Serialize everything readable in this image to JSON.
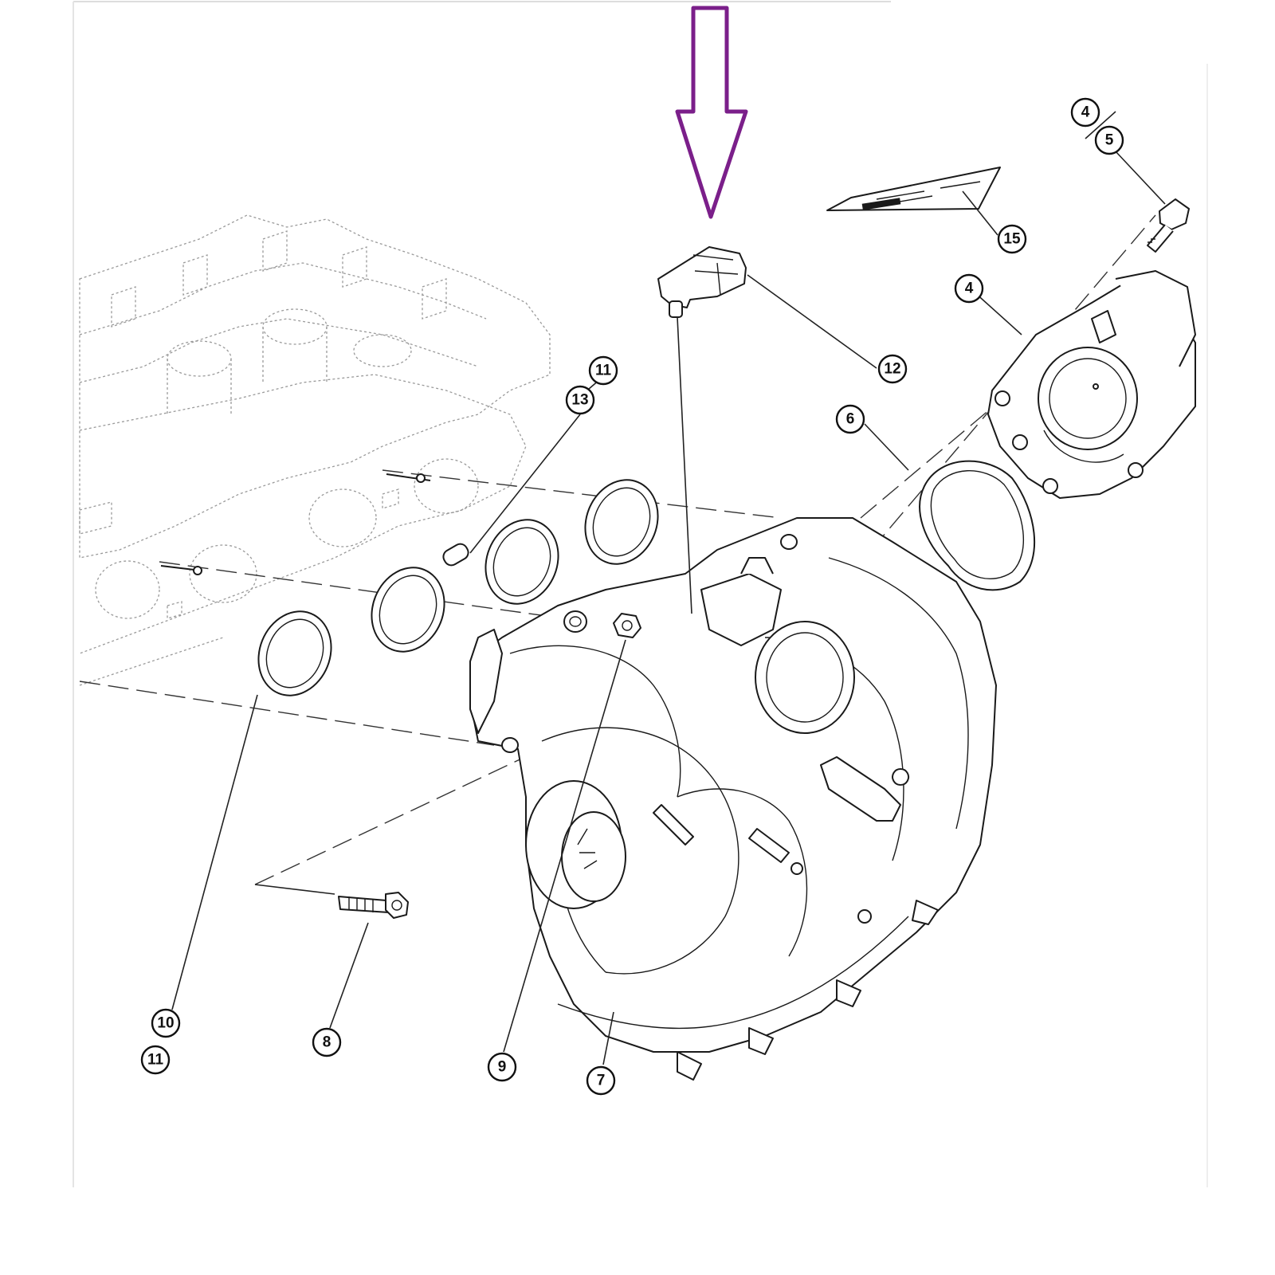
{
  "diagram": {
    "highlight_color": "#7b1f8a",
    "line_color": "#1a1a1a",
    "callouts": [
      {
        "id": "c4a",
        "label": "4"
      },
      {
        "id": "c5",
        "label": "5"
      },
      {
        "id": "c15",
        "label": "15"
      },
      {
        "id": "c4b",
        "label": "4"
      },
      {
        "id": "c12",
        "label": "12"
      },
      {
        "id": "c11a",
        "label": "11"
      },
      {
        "id": "c13",
        "label": "13"
      },
      {
        "id": "c6",
        "label": "6"
      },
      {
        "id": "c10",
        "label": "10"
      },
      {
        "id": "c11b",
        "label": "11"
      },
      {
        "id": "c8",
        "label": "8"
      },
      {
        "id": "c9",
        "label": "9"
      },
      {
        "id": "c7",
        "label": "7"
      }
    ]
  }
}
